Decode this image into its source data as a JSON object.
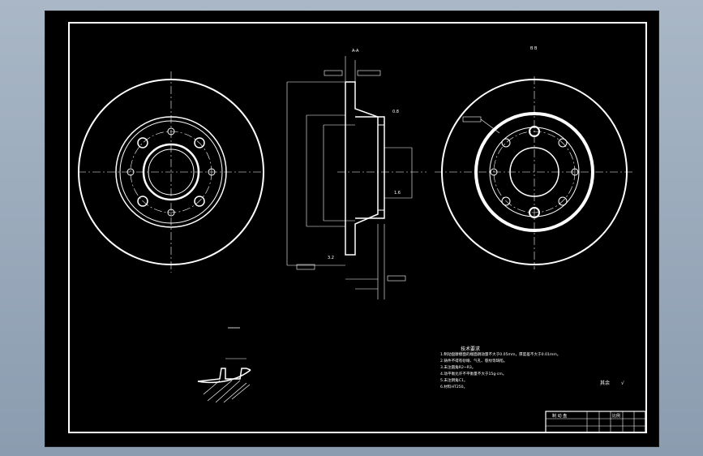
{
  "drawing": {
    "view_label_section": "A-A",
    "view_label_right": "B B",
    "surface_finish_note": "其余",
    "surface_finish_value": "√",
    "roughness_values": [
      "0.8",
      "3.2",
      "1.6"
    ],
    "title_block": {
      "row1": [
        "制 动 盘",
        "",
        "",
        "比例",
        "",
        ""
      ],
      "row2": [
        "",
        "",
        "",
        "",
        "",
        ""
      ],
      "row3": [
        "",
        "",
        "",
        "",
        "",
        ""
      ]
    },
    "tech_requirements": {
      "heading": "技术要求",
      "lines": [
        "1.制动盘摩擦面的端面跳动量不大于0.05mm，厚度差不大于0.01mm。",
        "2.铸件不得有砂眼、气孔、裂纹等缺陷。",
        "3.未注圆角R2~R3。",
        "4.动平衡允许不平衡量不大于15g·cm。",
        "5.未注倒角C1。",
        "6.材料HT250。"
      ]
    }
  },
  "colors": {
    "background": "#000000",
    "line": "#ffffff",
    "frame": "#ffffff",
    "window": "#98a8ba"
  }
}
